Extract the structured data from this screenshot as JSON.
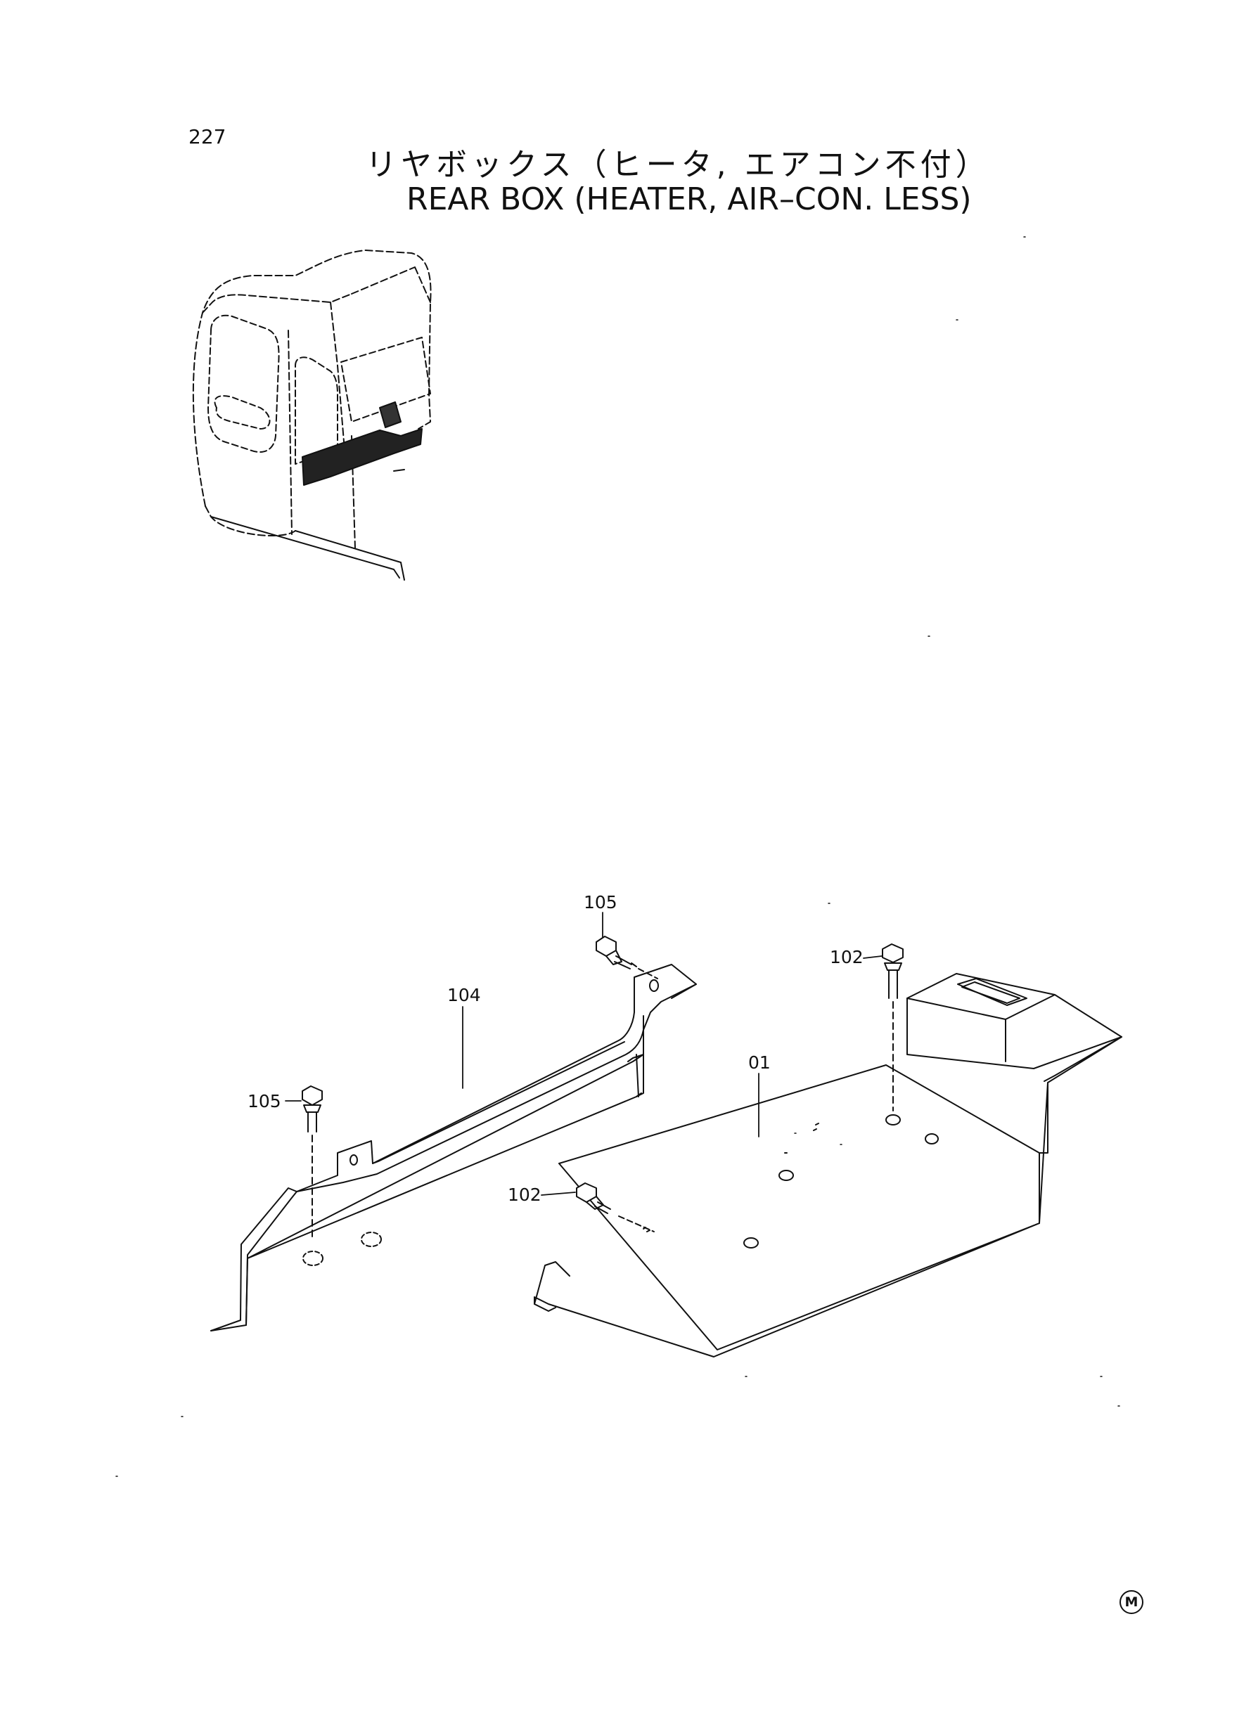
{
  "page_number": "227",
  "title_jp": "リヤボックス（ヒータ, エアコン不付）",
  "title_en": "REAR  BOX (HEATER, AIR–CON. LESS)",
  "callouts": {
    "p105_top": "105",
    "p104": "104",
    "p105_left": "105",
    "p102_top": "102",
    "p01": "01",
    "p102_mid": "102"
  },
  "mark": "M"
}
